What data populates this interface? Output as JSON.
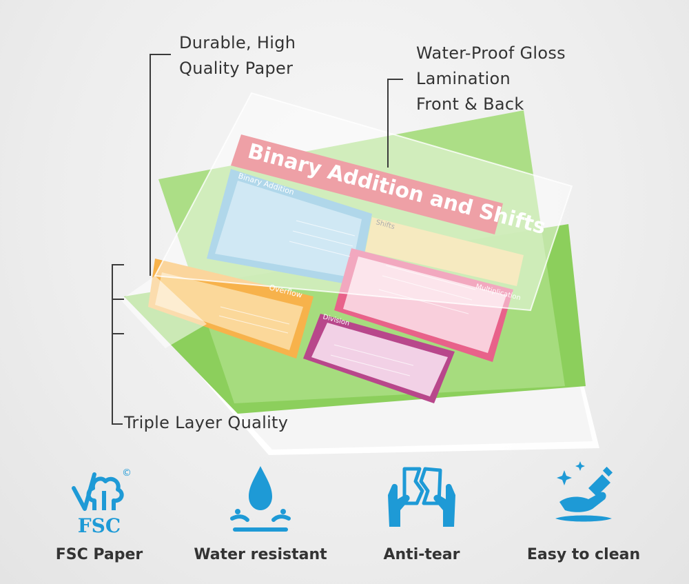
{
  "callouts": {
    "paper_line1": "Durable, High",
    "paper_line2": "Quality Paper",
    "lamination_line1": "Water-Proof Gloss",
    "lamination_line2": "Lamination",
    "lamination_line3": "Front & Back",
    "triple": "Triple Layer Quality"
  },
  "poster": {
    "title": "Binary Addition and Shifts",
    "panels": [
      "Binary Addition",
      "Overflow",
      "Multiplication",
      "Division",
      "Shifts"
    ]
  },
  "features": [
    {
      "label": "FSC Paper",
      "icon": "fsc-tree-icon",
      "icon_text": "FSC",
      "mark": "©"
    },
    {
      "label": "Water resistant",
      "icon": "water-drop-icon"
    },
    {
      "label": "Anti-tear",
      "icon": "torn-paper-hands-icon"
    },
    {
      "label": "Easy to clean",
      "icon": "cleaning-spray-hand-icon"
    }
  ],
  "colors": {
    "icon_blue": "#1e9ad6",
    "poster_green": "#9ad46a",
    "title_red": "#e0525d",
    "text": "#333333"
  }
}
